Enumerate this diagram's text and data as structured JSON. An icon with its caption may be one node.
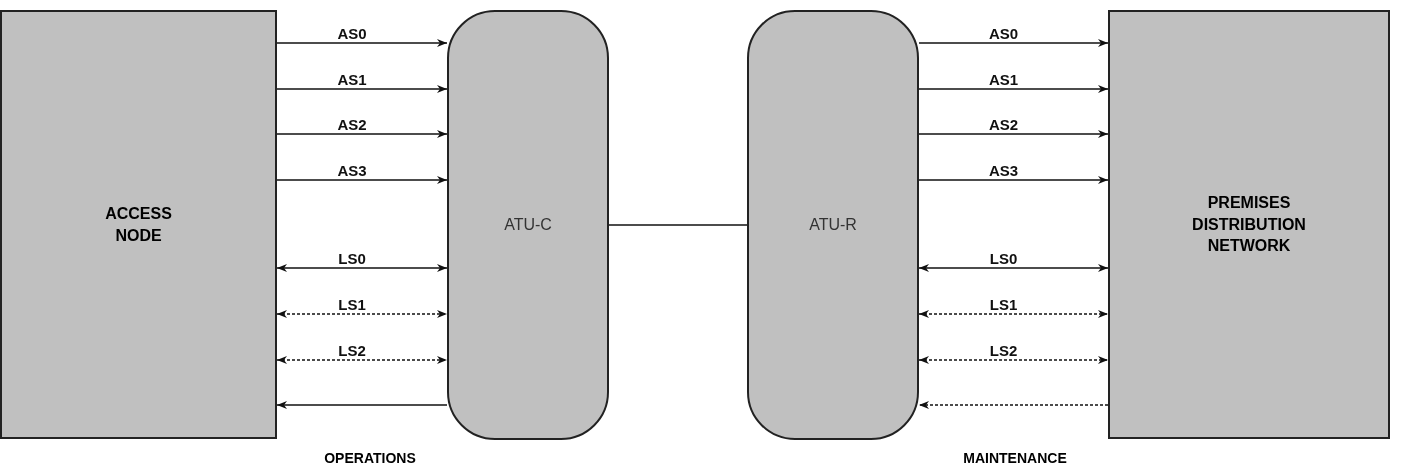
{
  "diagram": {
    "nodes": [
      {
        "text": [
          "ACCESS NODE"
        ]
      },
      {
        "text": [
          "ATU-C"
        ]
      },
      {
        "text": [
          "ATU-R"
        ]
      },
      {
        "text": [
          "PREMISES DISTRIBUTION NETWORK"
        ]
      }
    ],
    "edges": [
      {
        "from": 0,
        "to": 1,
        "arrow": "to",
        "label": "AS0"
      },
      {
        "from": 0,
        "to": 1,
        "arrow": "to",
        "label": "AS1"
      },
      {
        "from": 0,
        "to": 1,
        "arrow": "to",
        "label": "AS2"
      },
      {
        "from": 0,
        "to": 1,
        "arrow": "to",
        "label": "AS3"
      },
      {
        "from": 0,
        "to": 1,
        "arrow": "both",
        "label": "LS0"
      },
      {
        "from": 0,
        "to": 1,
        "arrow": "both",
        "label": "LS1",
        "style": "dashed"
      },
      {
        "from": 0,
        "to": 1,
        "arrow": "both",
        "label": "LS2",
        "style": "dashed"
      },
      {
        "from": 1,
        "to": 0,
        "arrow": "to"
      },
      {
        "from": 1,
        "to": 2,
        "arrow": "none"
      },
      {
        "from": 2,
        "to": 3,
        "arrow": "to",
        "label": "AS0"
      },
      {
        "from": 2,
        "to": 3,
        "arrow": "to",
        "label": "AS1"
      },
      {
        "from": 2,
        "to": 3,
        "arrow": "to",
        "label": "AS2"
      },
      {
        "from": 2,
        "to": 3,
        "arrow": "to",
        "label": "AS3"
      },
      {
        "from": 2,
        "to": 3,
        "arrow": "both",
        "label": "LS0"
      },
      {
        "from": 2,
        "to": 3,
        "arrow": "both",
        "label": "LS1",
        "style": "dashed"
      },
      {
        "from": 2,
        "to": 3,
        "arrow": "both",
        "label": "LS2",
        "style": "dashed"
      },
      {
        "from": 3,
        "to": 2,
        "arrow": "to",
        "style": "dashed"
      }
    ],
    "labels": [
      "OPERATIONS",
      "MAINTENANCE"
    ]
  }
}
